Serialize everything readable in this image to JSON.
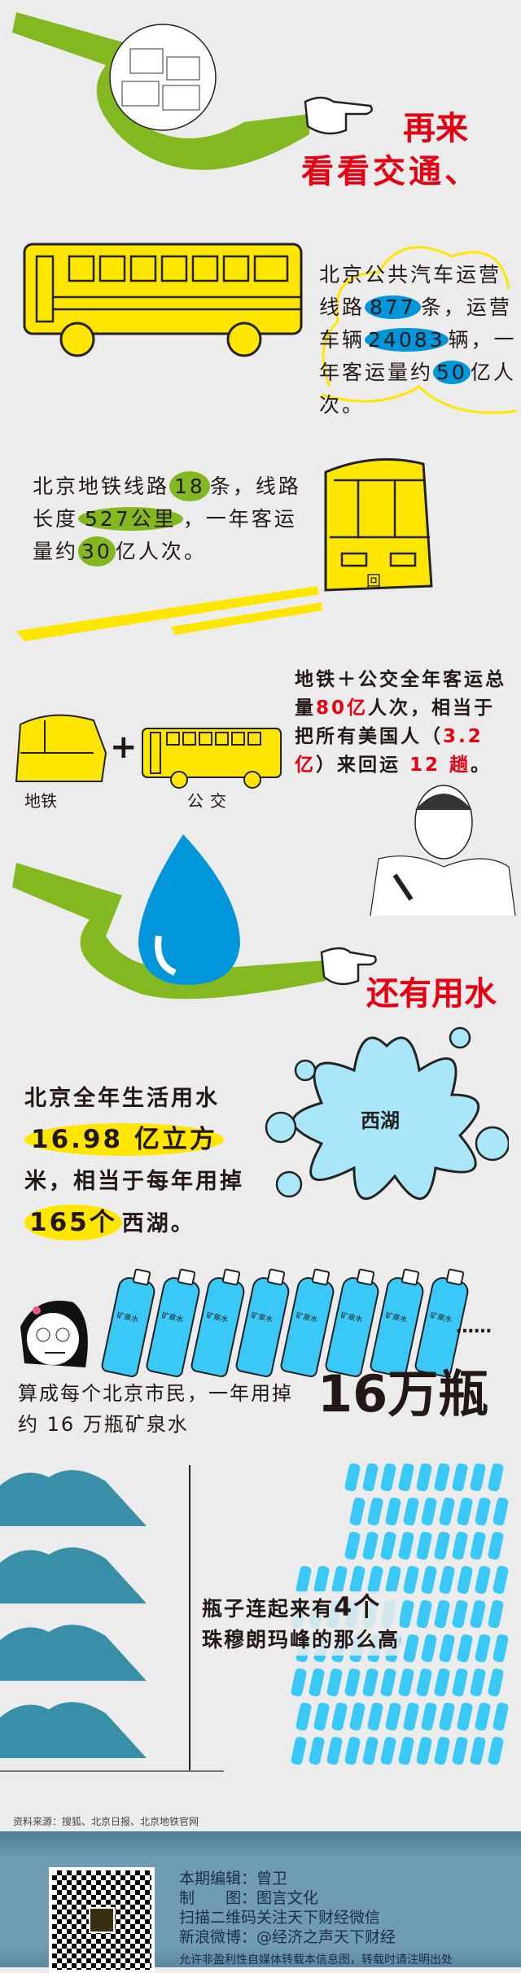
{
  "intro": {
    "line1": "再来",
    "line2": "看看交通、"
  },
  "bus": {
    "text_a": "北京公共汽车运营线路",
    "lines": "877",
    "text_b": "条，运营车辆",
    "vehicles": "24083",
    "text_c": "辆，一年客运量约",
    "riders": "50",
    "text_d": "亿人次。"
  },
  "subway": {
    "text_a": "北京地铁线路",
    "lines": "18",
    "text_b": "条，线路长度",
    "length": "527公里",
    "text_c": "，一年客运量约",
    "riders": "30",
    "text_d": "亿人次。",
    "sign": "回"
  },
  "combined": {
    "label_subway": "地铁",
    "plus": "+",
    "label_bus": "公交",
    "text_a": "地铁＋公交全年客运总量",
    "total": "80亿",
    "text_b": "人次，相当于把所有美国人（",
    "population": "3.2亿",
    "text_c": "）来回运",
    "trips": "12 趟",
    "text_d": "。"
  },
  "water": {
    "heading": "还有用水",
    "text_a": "北京全年生活用水",
    "volume": "16.98 亿立方",
    "text_b": "米，相当于每年用掉",
    "lakes": "165个",
    "text_c": "西湖。",
    "splash_label": "西湖"
  },
  "bottles": {
    "bottle_label": "矿泉水",
    "ellipsis": "……",
    "big": "16万瓶",
    "text": "算成每个北京市民，一年用掉约 16 万瓶矿泉水"
  },
  "everest": {
    "text_a": "瓶子连起来有",
    "count": "4个",
    "text_b": "珠穆朗玛峰的那么高"
  },
  "source": "资料来源：搜狐、北京日报、北京地铁官网",
  "footer": {
    "editor": "本期编辑：曾卫",
    "design": "制　　图：图言文化",
    "wechat": "扫描二维码关注天下财经微信",
    "weibo": "新浪微博：@经济之声天下财经",
    "notice": "允许非盈利性自媒体转载本信息图，转载时请注明出处"
  },
  "colors": {
    "green": "#84b821",
    "yellow": "#ffe600",
    "blue": "#0096d9",
    "red": "#e50012",
    "footer": "#6f9cb2"
  }
}
